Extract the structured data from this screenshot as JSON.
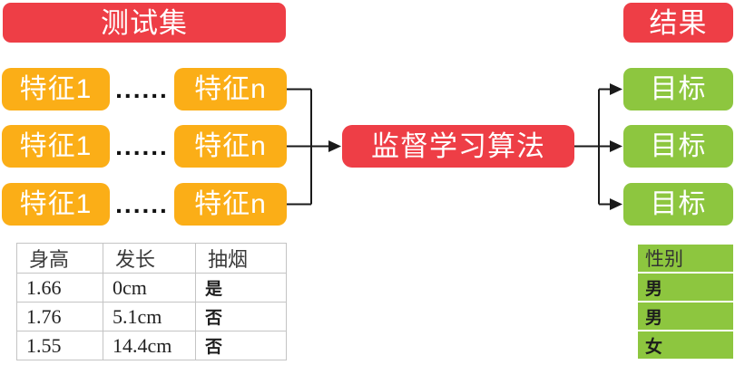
{
  "colors": {
    "red": "#EE3E46",
    "orange": "#FBAE17",
    "green": "#8DC63F",
    "line": "#1A1A1A",
    "table_border": "#C4C4C4"
  },
  "flow": {
    "test_set": "测试集",
    "result": "结果",
    "algorithm": "监督学习算法",
    "feature_rows": [
      {
        "first": "特征1",
        "ellipsis": "......",
        "last": "特征n"
      },
      {
        "first": "特征1",
        "ellipsis": "......",
        "last": "特征n"
      },
      {
        "first": "特征1",
        "ellipsis": "......",
        "last": "特征n"
      }
    ],
    "targets": [
      "目标",
      "目标",
      "目标"
    ]
  },
  "feature_table": {
    "headers": [
      "身高",
      "发长",
      "抽烟"
    ],
    "rows": [
      [
        "1.66",
        "0cm",
        "是"
      ],
      [
        "1.76",
        "5.1cm",
        "否"
      ],
      [
        "1.55",
        "14.4cm",
        "否"
      ]
    ]
  },
  "label_table": {
    "header": "性别",
    "rows": [
      "男",
      "男",
      "女"
    ]
  }
}
